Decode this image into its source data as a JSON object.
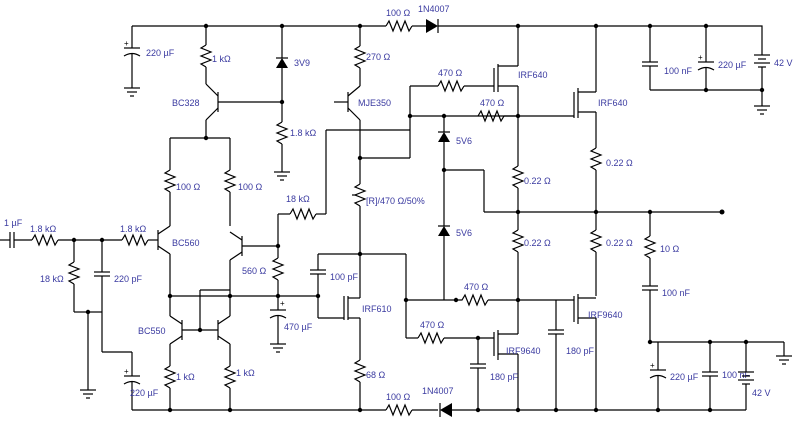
{
  "labels": {
    "c_in": "1 µF",
    "r_in": "1.8 kΩ",
    "r_in2": "1.8 kΩ",
    "r_bias18k": "18 kΩ",
    "c_220p": "220 pF",
    "c_220u_top": "220 µF",
    "c_220u_bot": "220 µF",
    "r_1k_top": "1 kΩ",
    "bc328": "BC328",
    "zener_3v9": "3V9",
    "r_270": "270 Ω",
    "mje350": "MJE350",
    "r_1k8": "1.8 kΩ",
    "r_100_a": "100 Ω",
    "r_100_b": "100 Ω",
    "bc560": "BC560",
    "r_560": "560 Ω",
    "r_18k_fb": "18 kΩ",
    "c_100p": "100 pF",
    "c_470u": "470 µF",
    "bc550": "BC550",
    "r_1k_l": "1 kΩ",
    "r_1k_r": "1 kΩ",
    "pot": "[R]/470 Ω/50%",
    "irf610": "IRF610",
    "r_68": "68 Ω",
    "r_100_top": "100 Ω",
    "d_top": "1N4007",
    "r_100_bot": "100 Ω",
    "d_bot": "1N4007",
    "z_5v6_a": "5V6",
    "z_5v6_b": "5V6",
    "r_470_1": "470 Ω",
    "r_470_2": "470 Ω",
    "r_470_3": "470 Ω",
    "r_470_4": "470 Ω",
    "irf640_a": "IRF640",
    "irf640_b": "IRF640",
    "irf9640_a": "IRF9640",
    "irf9640_b": "IRF9640",
    "r_022_a": "0.22 Ω",
    "r_022_b": "0.22 Ω",
    "r_022_c": "0.22 Ω",
    "r_022_d": "0.22 Ω",
    "c_180p_a": "180 pF",
    "c_180p_b": "180 pF",
    "c_100n_top": "100 nF",
    "c_220u_ps_top": "220 µF",
    "v_pos": "42 V",
    "r_10": "10 Ω",
    "c_100n_zob": "100 nF",
    "c_220u_ps_bot": "220 µF",
    "c_100n_bot": "100 nF",
    "v_neg": "42 V"
  }
}
